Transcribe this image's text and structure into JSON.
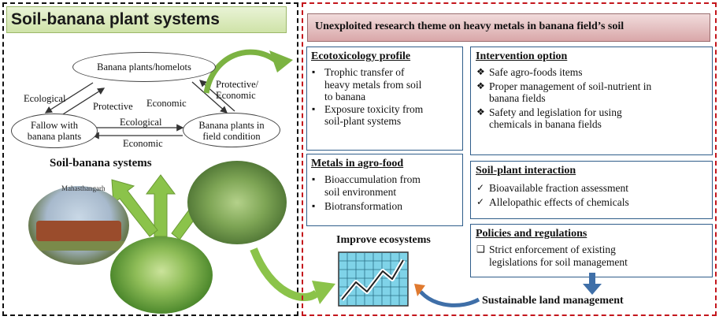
{
  "left_panel": {
    "title": "Soil-banana plant systems",
    "diagram": {
      "nodes": {
        "top": "Banana plants/homelots",
        "left_line1": "Fallow with",
        "left_line2": "banana plants",
        "right_line1": "Banana plants in",
        "right_line2": "field condition"
      },
      "labels": {
        "ecological_left": "Ecological",
        "protective": "Protective",
        "economic_mid": "Economic",
        "protective_economic_1": "Protective/",
        "protective_economic_2": "Economic",
        "ecological_bottom": "Ecological",
        "economic_bottom": "Economic"
      },
      "caption": "Soil-banana systems"
    },
    "photo_label": "Mahasthangarh"
  },
  "right_panel": {
    "title": "Unexploited research theme on heavy metals in banana field’s soil",
    "ecotoxicology": {
      "title": "Ecotoxicology profile",
      "items": [
        {
          "l1": "Trophic transfer of",
          "l2": "heavy metals from soil",
          "l3": "to banana"
        },
        {
          "l1": "Exposure toxicity from",
          "l2": "soil-plant systems"
        }
      ]
    },
    "metals": {
      "title": "Metals in agro-food",
      "items": [
        {
          "l1": "Bioaccumulation from",
          "l2": "soil environment"
        },
        {
          "l1": "Biotransformation"
        }
      ]
    },
    "intervention": {
      "title": "Intervention option",
      "items": [
        {
          "l1": "Safe agro-foods items"
        },
        {
          "l1": "Proper management of soil-nutrient in",
          "l2": "banana fields"
        },
        {
          "l1": "Safety and legislation for using",
          "l2": "chemicals in banana fields"
        }
      ]
    },
    "soil_plant": {
      "title": "Soil-plant interaction",
      "items": [
        {
          "l1": "Bioavailable fraction assessment"
        },
        {
          "l1": "Allelopathic effects of chemicals"
        }
      ]
    },
    "policies": {
      "title": "Policies and regulations",
      "items": [
        {
          "l1": "Strict enforcement of existing",
          "l2": "legislations for soil management"
        }
      ]
    },
    "improve_label": "Improve ecosystems",
    "sustainable_label": "Sustainable land management"
  },
  "colors": {
    "left_border": "#111111",
    "right_border": "#c4161c",
    "left_title_bg": "#d6e8b4",
    "right_title_bg": "#e2b7b8",
    "box_border": "#2f5d8a",
    "arrow_green": "#7cb342",
    "arrow_blue": "#3f6fa8",
    "arrow_orange": "#e07a2f"
  },
  "icons": {
    "bullet_square": "▪",
    "bullet_diamond": "❖",
    "bullet_check": "✓",
    "bullet_box": "❑"
  }
}
